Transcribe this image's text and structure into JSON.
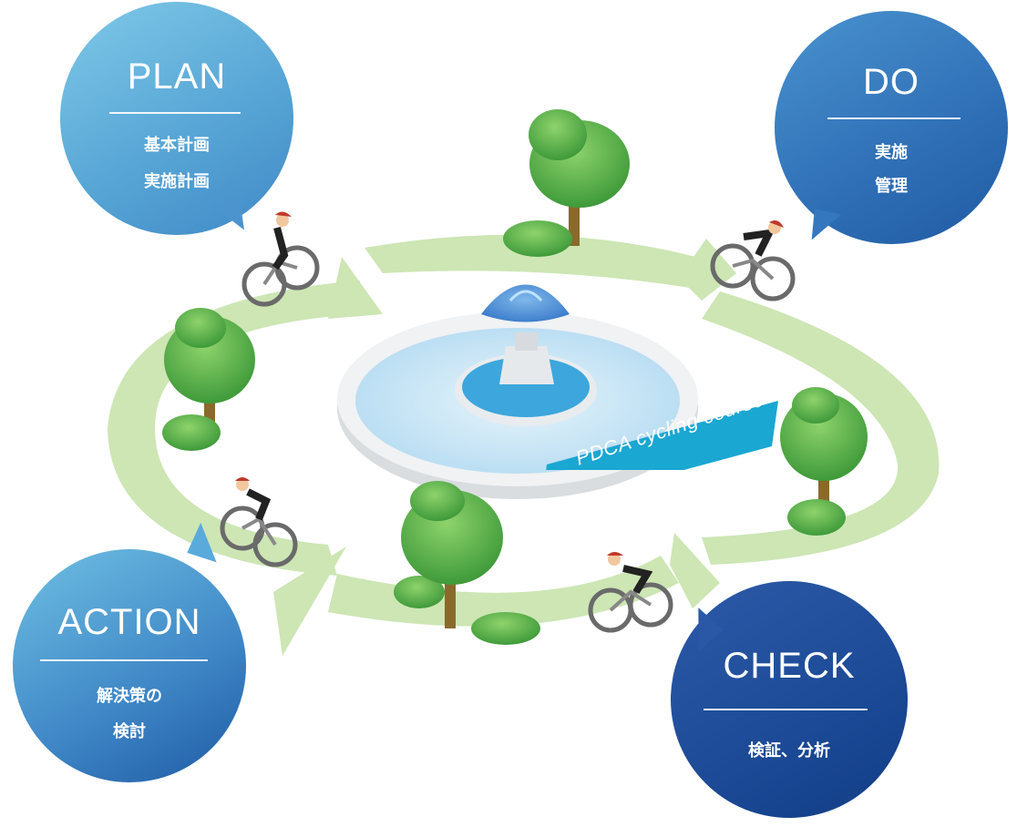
{
  "stages": {
    "plan": {
      "title": "PLAN",
      "lines": [
        "基本計画",
        "実施計画"
      ]
    },
    "do": {
      "title": "DO",
      "lines": [
        "実施",
        "管理"
      ]
    },
    "action": {
      "title": "ACTION",
      "lines": [
        "解決策の",
        "検討"
      ]
    },
    "check": {
      "title": "CHECK",
      "lines": [
        "検証、分析"
      ]
    }
  },
  "course_label": "PDCA cycling course",
  "colors": {
    "track": "#cde6b4",
    "grass_tree": "#4caf50",
    "trunk": "#8a6a2a",
    "fountain_water": "#cfe9f7",
    "fountain_jet": "#4a8ed8",
    "sign": "#1aa7d2"
  },
  "icons": [
    "tree-icon",
    "cyclist-icon",
    "fountain-icon"
  ]
}
